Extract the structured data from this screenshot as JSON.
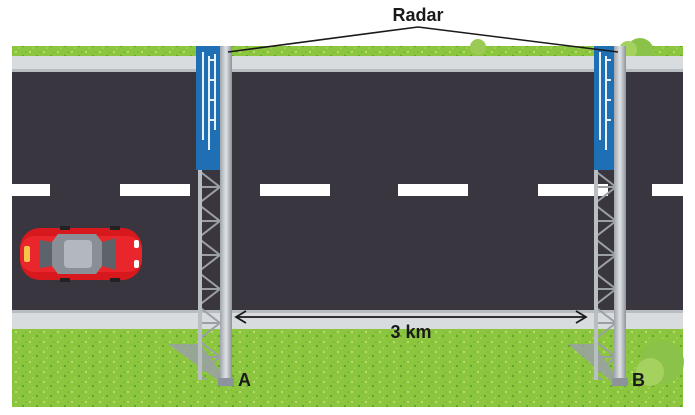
{
  "labels": {
    "radar": "Radar",
    "distance": "3 km",
    "point_a": "A",
    "point_b": "B"
  },
  "colors": {
    "road": "#3a3640",
    "grass": "#8cc63f",
    "sidewalk": "#d8dcdf",
    "lane_mark": "#ffffff",
    "sign_blue": "#1f6fb5",
    "car_red": "#d7191e",
    "pole": "#b9bec3"
  },
  "icons": [
    "car-icon",
    "radar-gantry-a",
    "radar-gantry-b",
    "distance-arrow"
  ]
}
